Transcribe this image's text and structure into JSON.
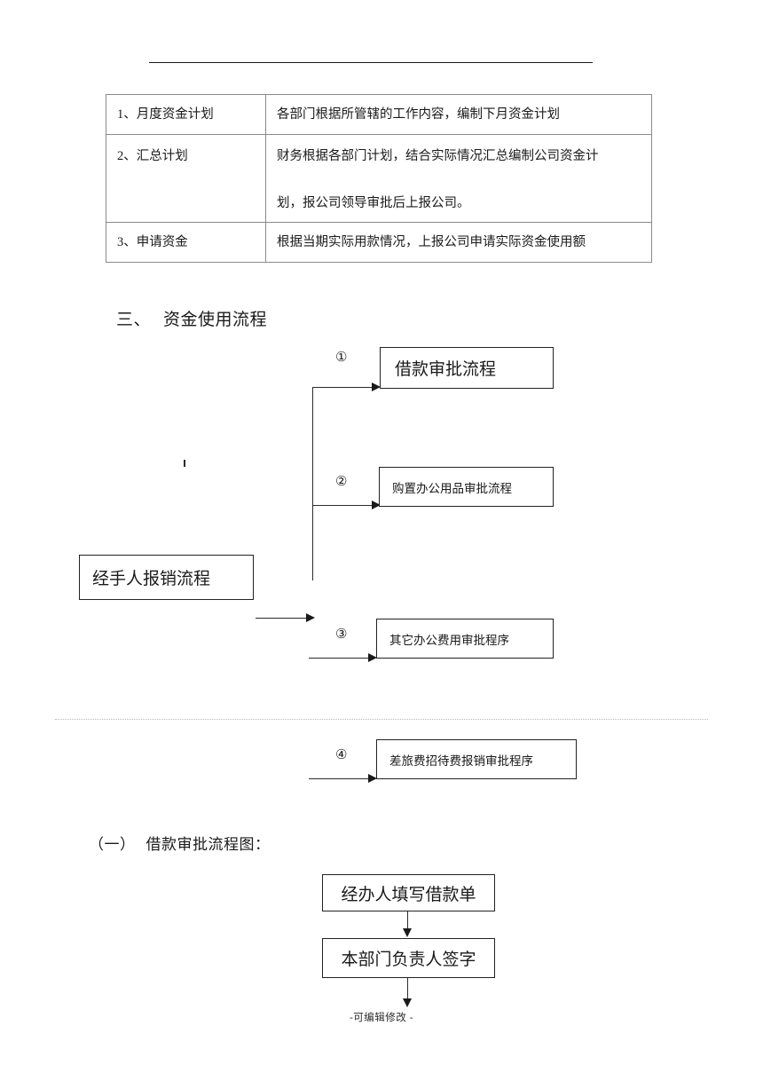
{
  "document": {
    "top_rule_present": true,
    "page_break_rule_present": true,
    "footer_text": "-可编辑修改 -"
  },
  "plan_table": {
    "rows": [
      {
        "label": "1、月度资金计划",
        "lines": [
          "各部门根据所管辖的工作内容，编制下月资金计划"
        ]
      },
      {
        "label": "2、汇总计划",
        "lines": [
          "财务根据各部门计划，结合实际情况汇总编制公司资金计",
          "划，报公司领导审批后上报公司。"
        ]
      },
      {
        "label": "3、申请资金",
        "lines": [
          "根据当期实际用款情况，上报公司申请实际资金使用额"
        ]
      }
    ]
  },
  "section_three": {
    "number": "三、",
    "title": "资金使用流程"
  },
  "usage_flow": {
    "source_box": "经手人报销流程",
    "branches": [
      {
        "marker": "①",
        "label": "借款审批流程"
      },
      {
        "marker": "②",
        "label": "购置办公用品审批流程"
      },
      {
        "marker": "③",
        "label": "其它办公费用审批程序"
      },
      {
        "marker": "④",
        "label": "差旅费招待费报销审批程序"
      }
    ]
  },
  "section_one": {
    "number": "（一）",
    "title": "借款审批流程图："
  },
  "loan_flow": {
    "steps": [
      "经办人填写借款单",
      "本部门负责人签字"
    ]
  }
}
